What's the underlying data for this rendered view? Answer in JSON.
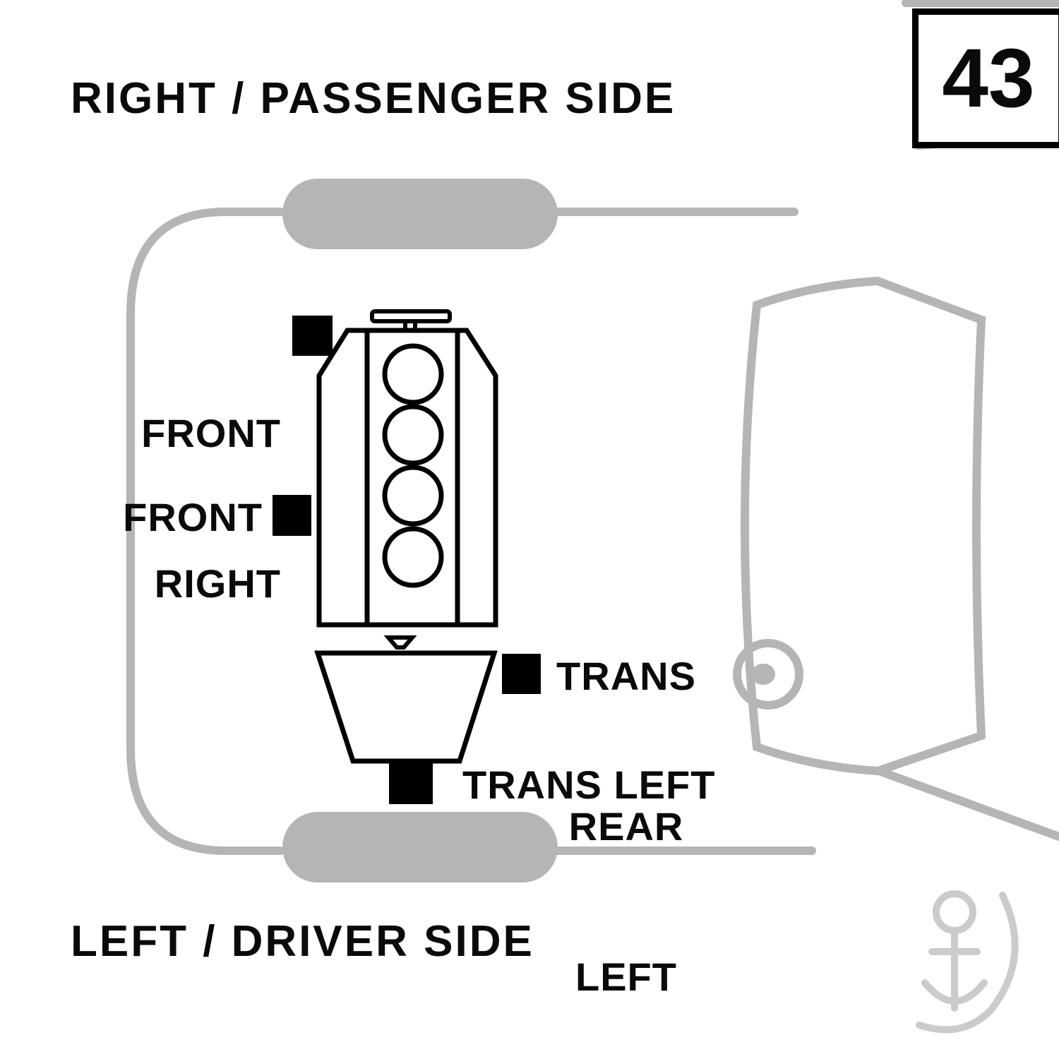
{
  "titles": {
    "top": "RIGHT / PASSENGER SIDE",
    "bottom": "LEFT / DRIVER SIDE"
  },
  "figure": {
    "number": "43"
  },
  "mount_labels": {
    "front_right_line1": "FRONT",
    "front_right_line2": "RIGHT",
    "front": "FRONT",
    "trans_rear_left_line1": "TRANS",
    "trans_rear_left_line2": "REAR",
    "trans_rear_left_line3": "LEFT",
    "trans_left": "TRANS LEFT"
  },
  "colors": {
    "car_outline": "#b5b5b5",
    "engine_outline": "#000000",
    "marker": "#000000",
    "watermark": "#cbcbcb",
    "text": "#0a0a0a",
    "background": "#ffffff"
  }
}
